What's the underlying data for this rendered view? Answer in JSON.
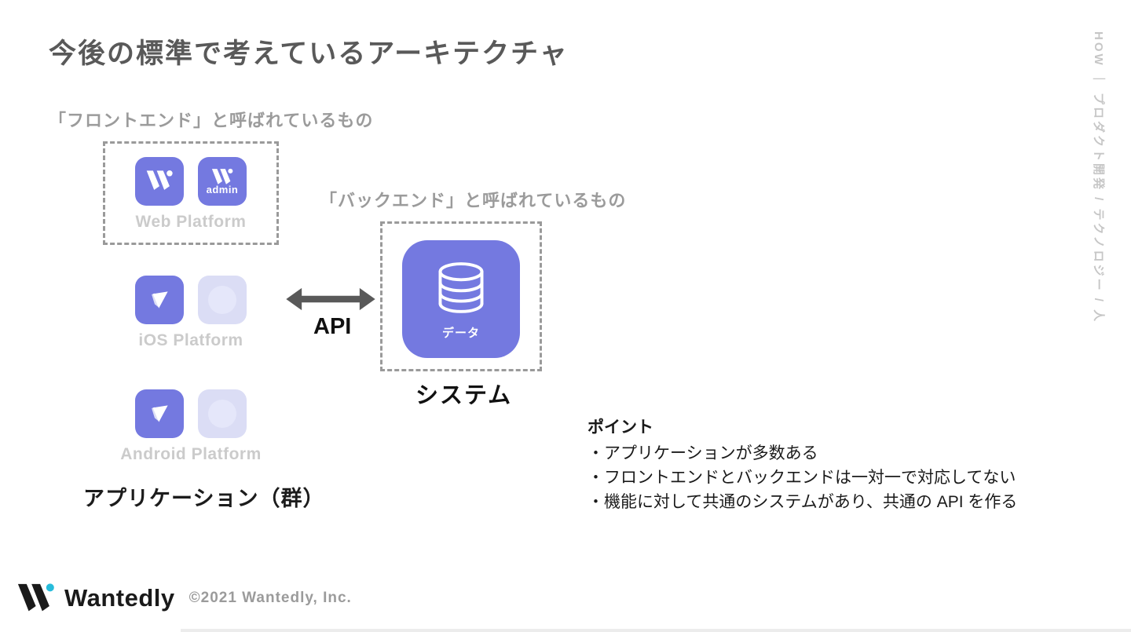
{
  "slide": {
    "title": "今後の標準で考えているアーキテクチャ",
    "side_label": "HOW ｜ プロダクト開発 / テクノロジー / 人"
  },
  "frontend": {
    "label": "「フロントエンド」と呼ばれているもの",
    "web_platform_caption": "Web Platform",
    "ios_platform_caption": "iOS Platform",
    "android_platform_caption": "Android Platform",
    "admin_badge": "admin",
    "applications_label": "アプリケーション（群）"
  },
  "backend": {
    "label": "「バックエンド」と呼ばれているもの",
    "data_caption": "データ",
    "system_label": "システム"
  },
  "api": {
    "label": "API"
  },
  "points": {
    "heading": "ポイント",
    "items": [
      "・アプリケーションが多数ある",
      "・フロントエンドとバックエンドは一対一で対応してない",
      "・機能に対して共通のシステムがあり、共通の API を作る"
    ]
  },
  "footer": {
    "brand": "Wantedly",
    "copyright": "©2021 Wantedly, Inc."
  },
  "colors": {
    "accent_purple": "#7479E0",
    "faded_purple": "#DBDDF5",
    "brand_dot_blue": "#27BCDB",
    "dashed_border_gray": "#9a9a9a",
    "arrow_gray": "#595959"
  }
}
